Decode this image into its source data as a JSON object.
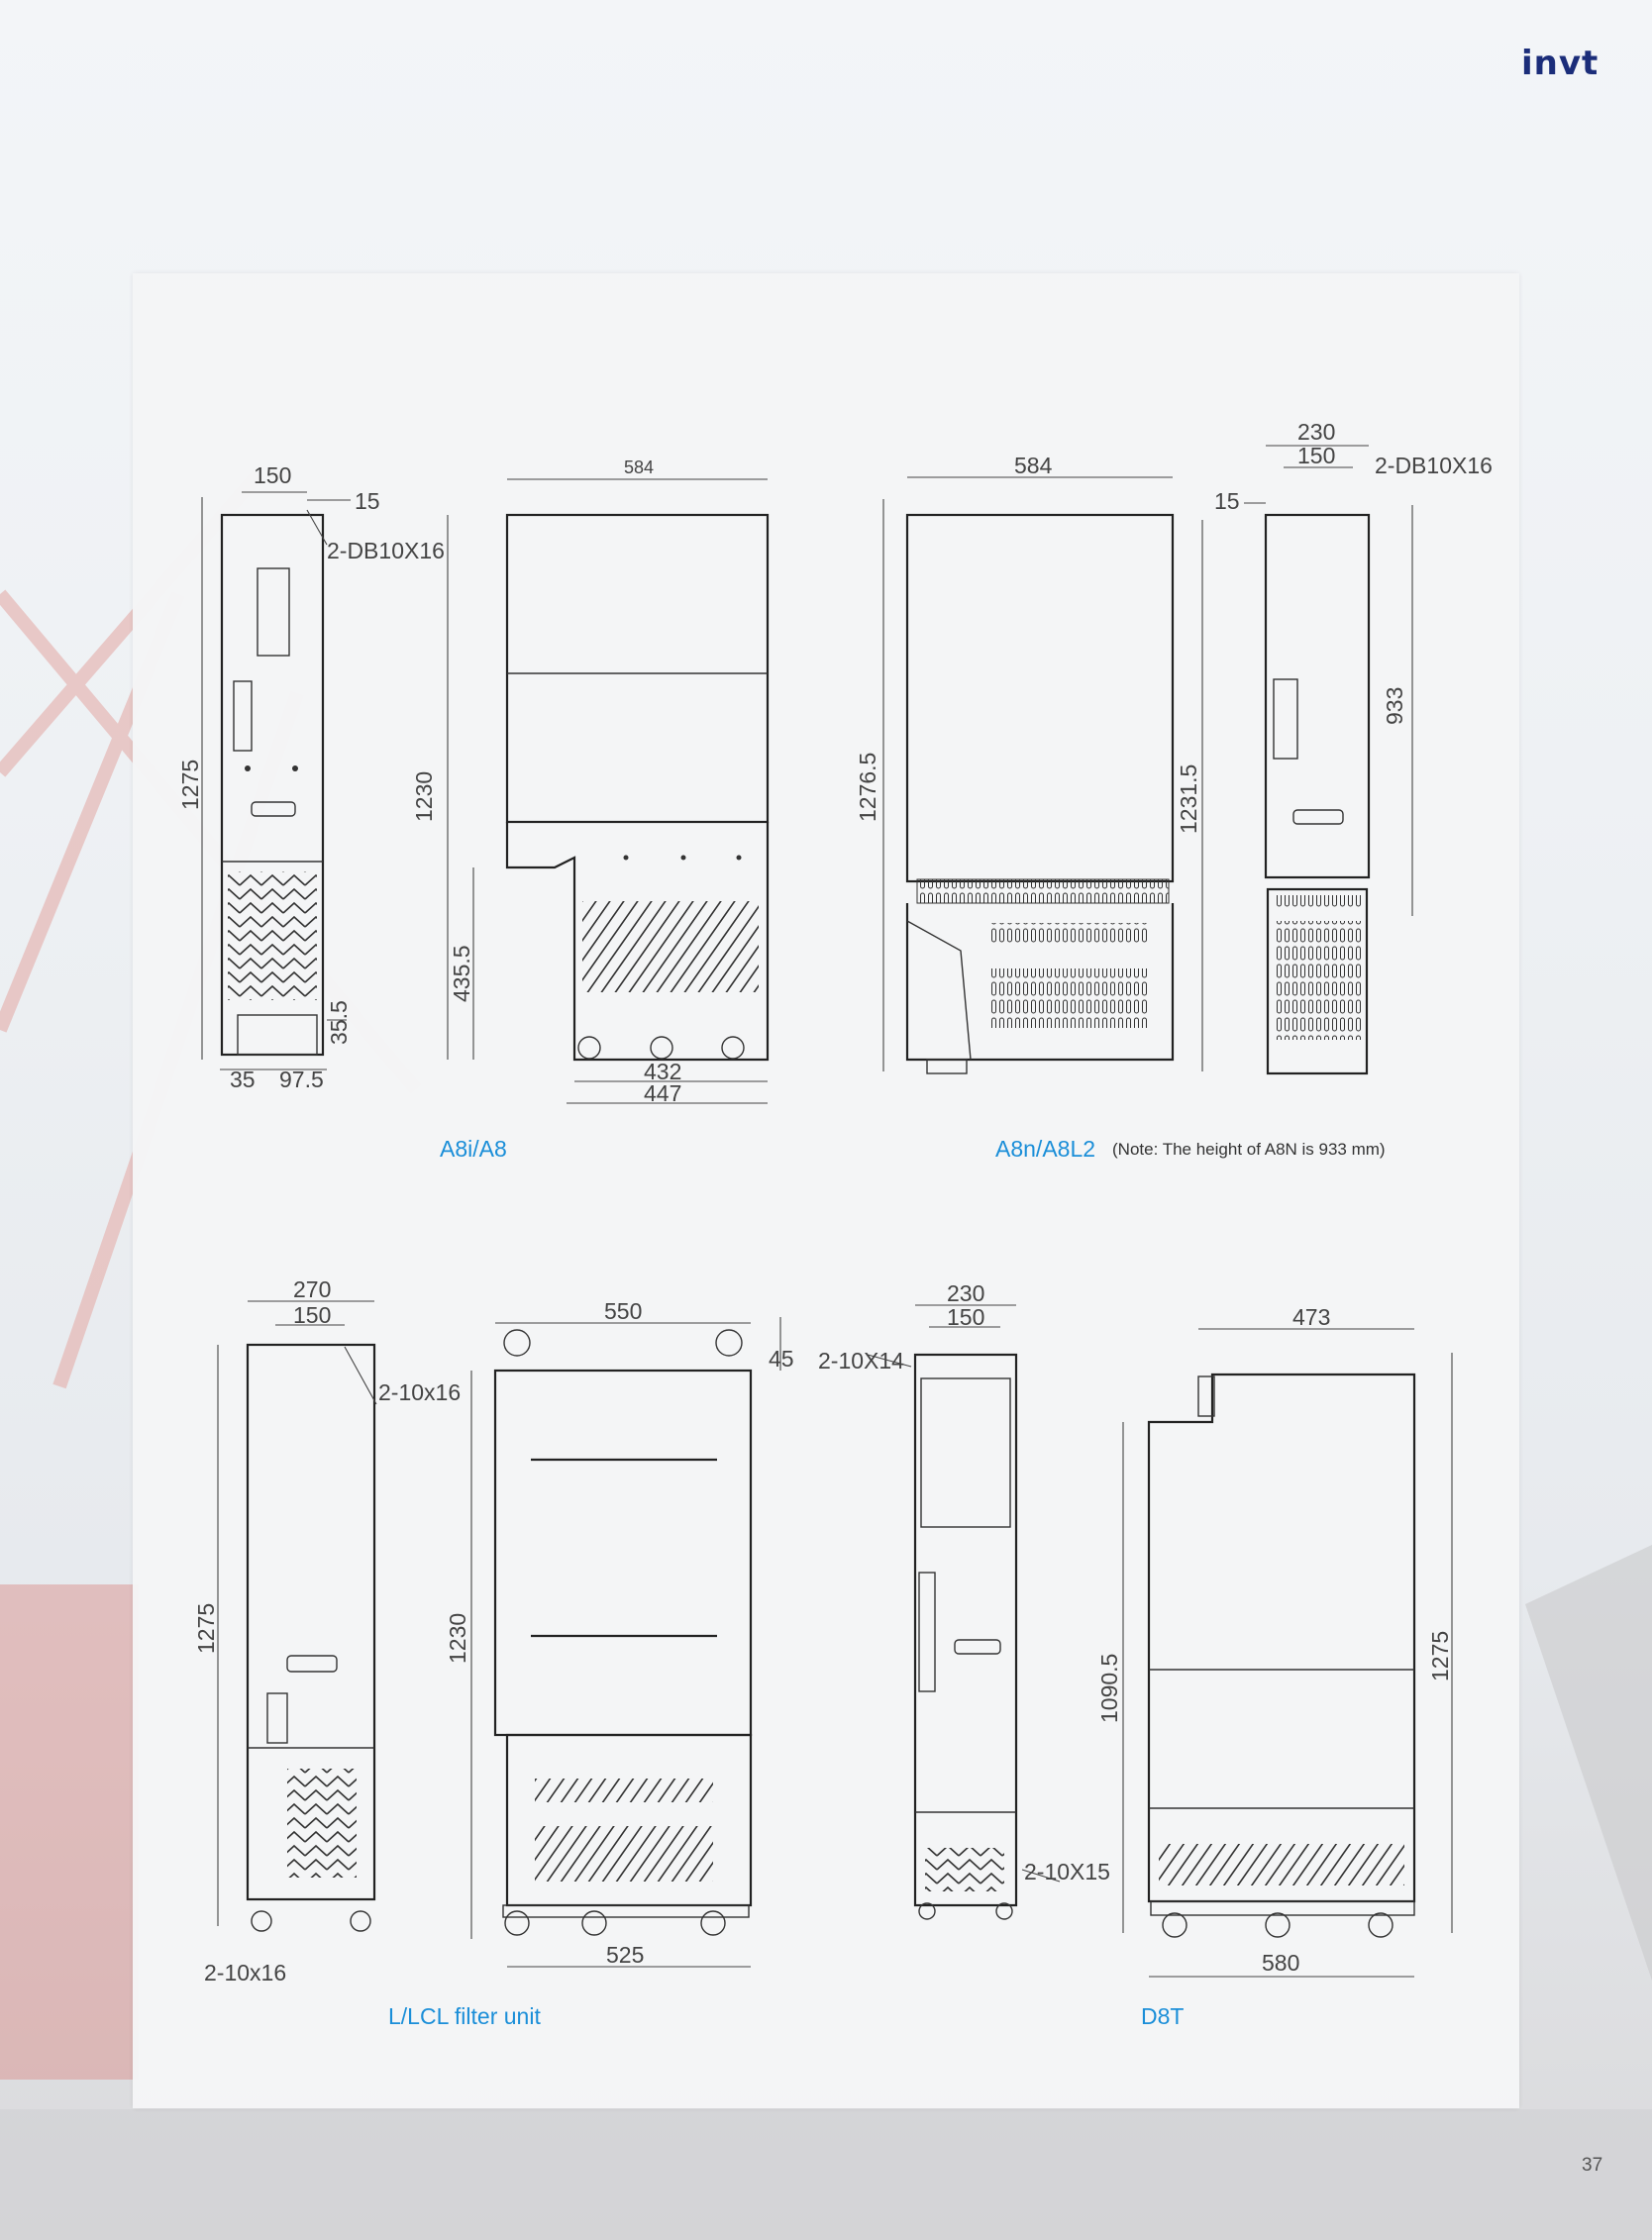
{
  "brand": {
    "logo_text": "invt"
  },
  "page_number": "37",
  "drawings": {
    "a8": {
      "caption": "A8i/A8",
      "side_width": "150",
      "side_offset": "15",
      "hole_spec": "2-DB10X16",
      "side_height": "1275",
      "bottom_offset": "35.5",
      "foot_a": "35",
      "foot_b": "97.5",
      "front_width": "584",
      "front_height": "1230",
      "lower_height": "435.5",
      "base_a": "432",
      "base_b": "447"
    },
    "a8n": {
      "caption": "A8n/A8L2",
      "note": "(Note: The height of A8N is 933 mm)",
      "front_width": "584",
      "front_height_left": "1276.5",
      "front_height_right": "1231.5",
      "side_width_outer": "230",
      "side_width_inner": "150",
      "hole_spec": "2-DB10X16",
      "side_offset": "15",
      "side_height": "933"
    },
    "lcl": {
      "caption": "L/LCL filter unit",
      "side_width_outer": "270",
      "side_width_inner": "150",
      "hole_top": "2-10x16",
      "side_height": "1275",
      "hole_bottom": "2-10x16",
      "front_width": "550",
      "eye_height": "45",
      "front_height": "1230",
      "base_width": "525"
    },
    "d8t": {
      "caption": "D8T",
      "side_width_outer": "230",
      "side_width_inner": "150",
      "hole_top": "2-10X14",
      "hole_bottom": "2-10X15",
      "front_width_top": "473",
      "front_height_left": "1090.5",
      "front_height_right": "1275",
      "front_width_bottom": "580"
    }
  }
}
